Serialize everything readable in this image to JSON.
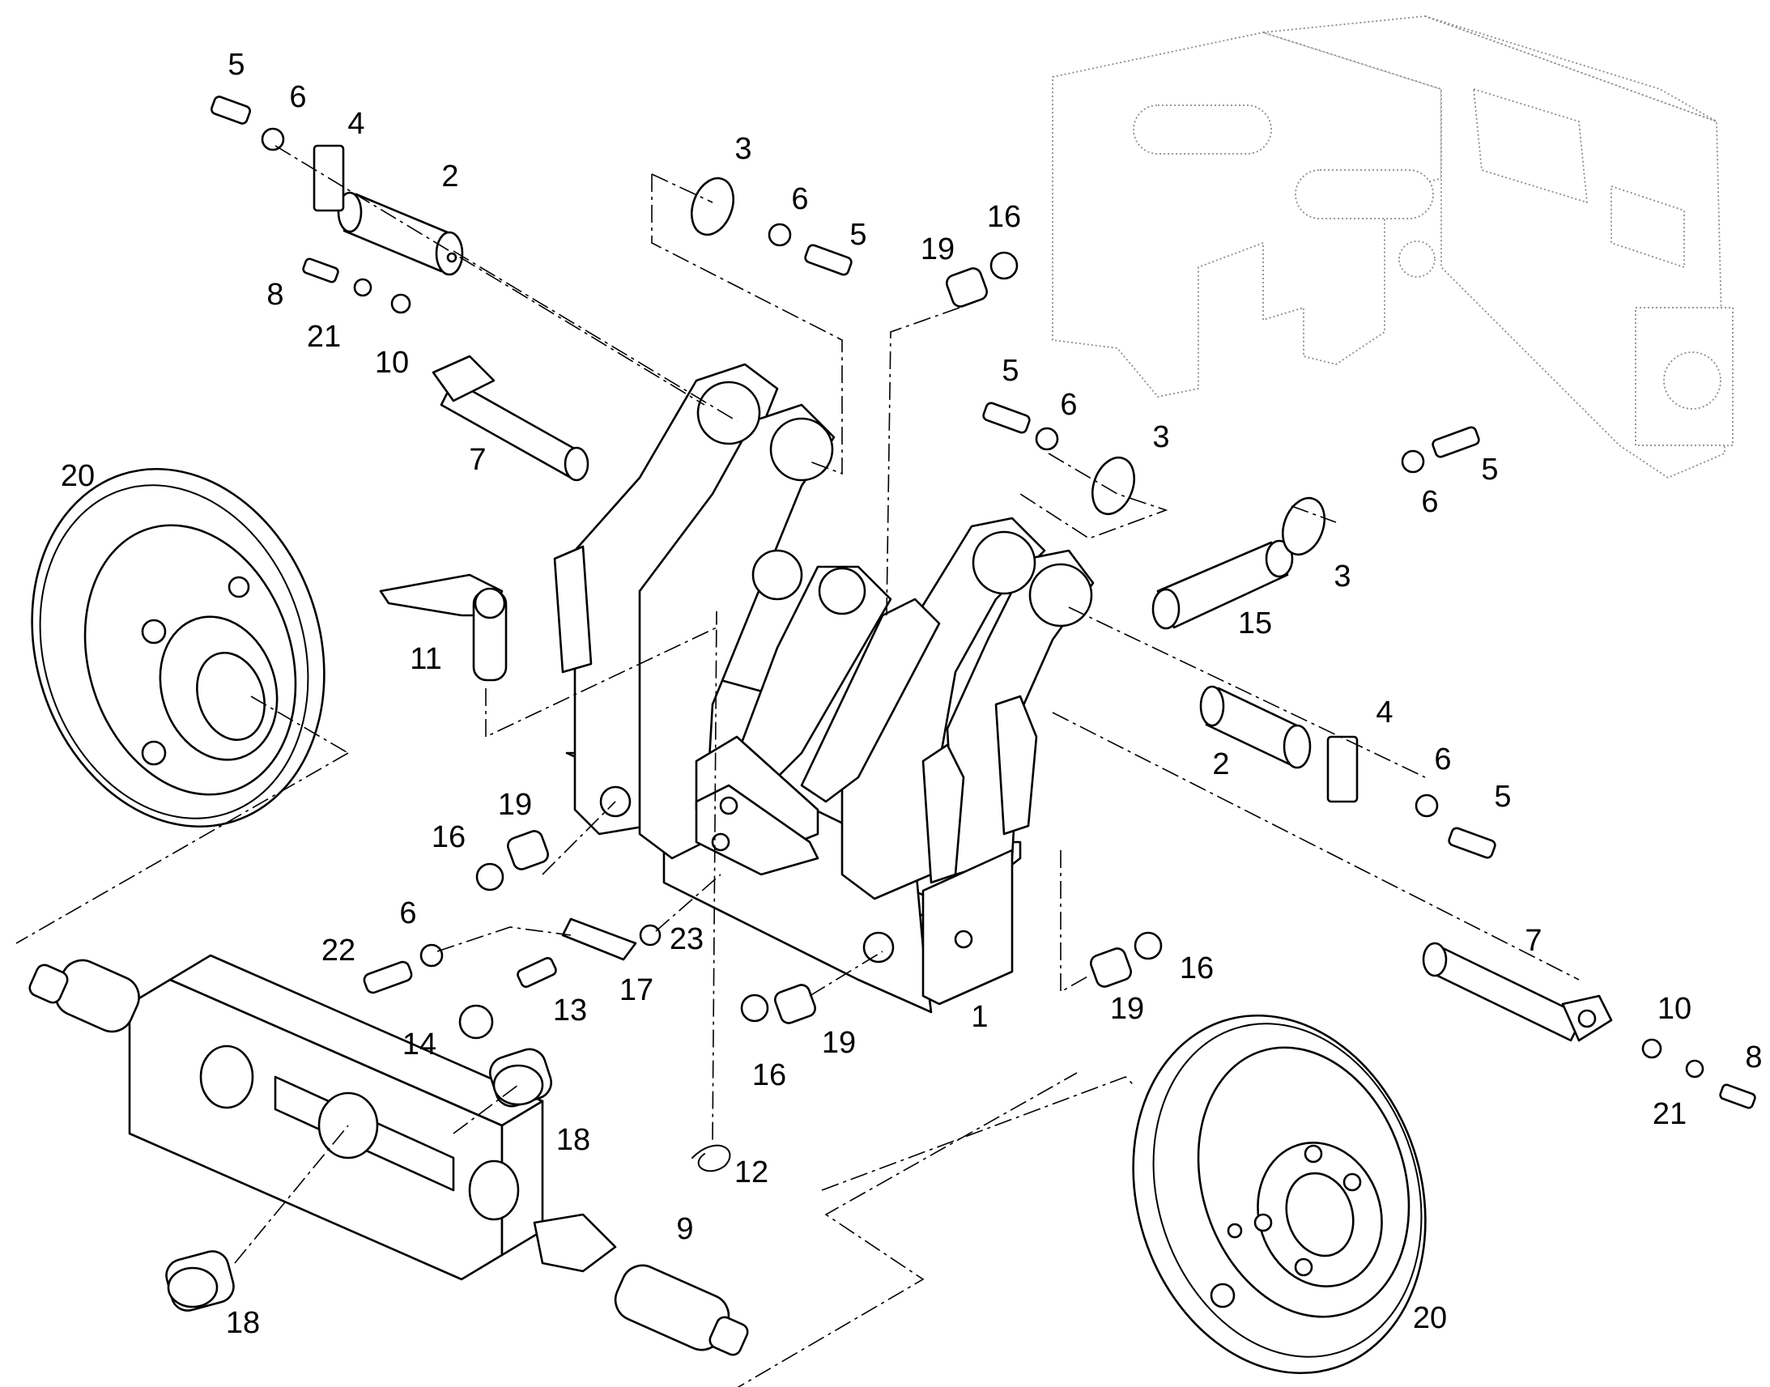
{
  "callouts": [
    {
      "n": "5"
    },
    {
      "n": "6"
    },
    {
      "n": "4"
    },
    {
      "n": "2"
    },
    {
      "n": "3"
    },
    {
      "n": "6"
    },
    {
      "n": "5"
    },
    {
      "n": "19"
    },
    {
      "n": "16"
    },
    {
      "n": "8"
    },
    {
      "n": "21"
    },
    {
      "n": "10"
    },
    {
      "n": "7"
    },
    {
      "n": "5"
    },
    {
      "n": "6"
    },
    {
      "n": "3"
    },
    {
      "n": "5"
    },
    {
      "n": "6"
    },
    {
      "n": "3"
    },
    {
      "n": "15"
    },
    {
      "n": "20"
    },
    {
      "n": "11"
    },
    {
      "n": "4"
    },
    {
      "n": "2"
    },
    {
      "n": "6"
    },
    {
      "n": "5"
    },
    {
      "n": "19"
    },
    {
      "n": "16"
    },
    {
      "n": "6"
    },
    {
      "n": "22"
    },
    {
      "n": "23"
    },
    {
      "n": "17"
    },
    {
      "n": "13"
    },
    {
      "n": "14"
    },
    {
      "n": "16"
    },
    {
      "n": "19"
    },
    {
      "n": "1"
    },
    {
      "n": "19"
    },
    {
      "n": "16"
    },
    {
      "n": "7"
    },
    {
      "n": "10"
    },
    {
      "n": "8"
    },
    {
      "n": "21"
    },
    {
      "n": "18"
    },
    {
      "n": "12"
    },
    {
      "n": "9"
    },
    {
      "n": "18"
    },
    {
      "n": "20"
    }
  ]
}
